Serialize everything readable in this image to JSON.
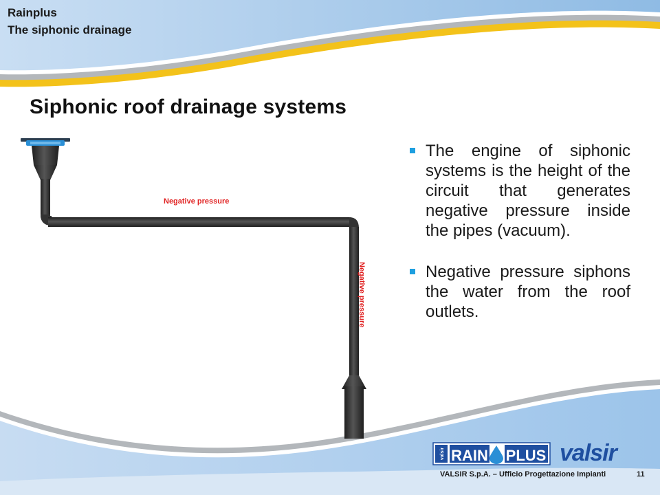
{
  "header": {
    "line1": "Rainplus",
    "line2": "The siphonic drainage"
  },
  "slide": {
    "title": "Siphonic roof drainage systems",
    "bullets": [
      "The engine of siphonic systems is the height of the circuit that generates negative pressure inside the pipes (vacuum).",
      "Negative pressure siphons the water from the roof outlets."
    ]
  },
  "diagram": {
    "label_horizontal": "Negative pressure",
    "label_vertical": "Negative pressure",
    "pipe_color": "#3a3a3a",
    "label_color": "#e02020",
    "outlet_accent": "#2a8fd6"
  },
  "logos": {
    "rainplus_left": "RAIN",
    "rainplus_right": "PLUS",
    "valsir": "valsir"
  },
  "footer": {
    "text": "VALSIR S.p.A. – Ufficio Progettazione Impianti",
    "page": "11"
  },
  "theme": {
    "wave_light_blue": "#a9cbe9",
    "wave_gray": "#b3b7bb",
    "wave_yellow": "#f3c21a",
    "bullet_color": "#1e9fe0",
    "brand_blue": "#1f4fa0"
  }
}
